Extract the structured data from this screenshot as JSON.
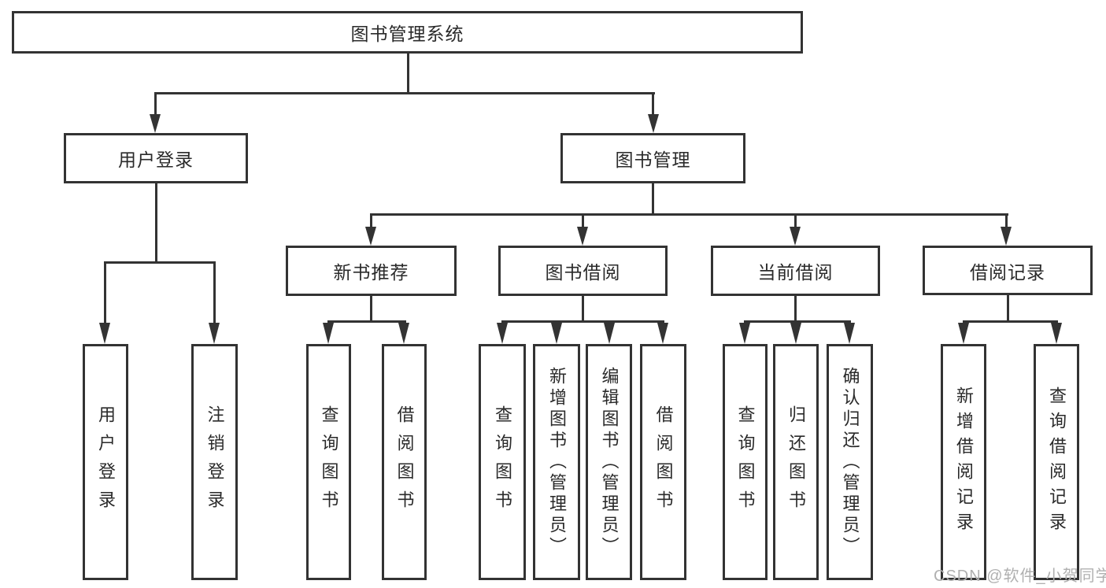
{
  "nodes": {
    "root": "图书管理系统",
    "l2": [
      "用户登录",
      "图书管理"
    ],
    "l3": [
      "新书推荐",
      "图书借阅",
      "当前借阅",
      "借阅记录"
    ],
    "l4_user": [
      "用户登录",
      "注销登录"
    ],
    "l4_recommend": [
      "查询图书",
      "借阅图书"
    ],
    "l4_borrow": [
      "查询图书",
      "新增图书（管理员）",
      "编辑图书（管理员）",
      "借阅图书"
    ],
    "l4_current": [
      "查询图书",
      "归还图书",
      "确认归还（管理员）"
    ],
    "l4_records": [
      "新增借阅记录",
      "查询借阅记录"
    ]
  },
  "watermark": {
    "text": "CSDN @软件_小贺同学"
  },
  "colors": {
    "line": "#333333",
    "text": "#2a2a2a",
    "background": "#ffffff",
    "watermark": "#b0b0b0"
  }
}
